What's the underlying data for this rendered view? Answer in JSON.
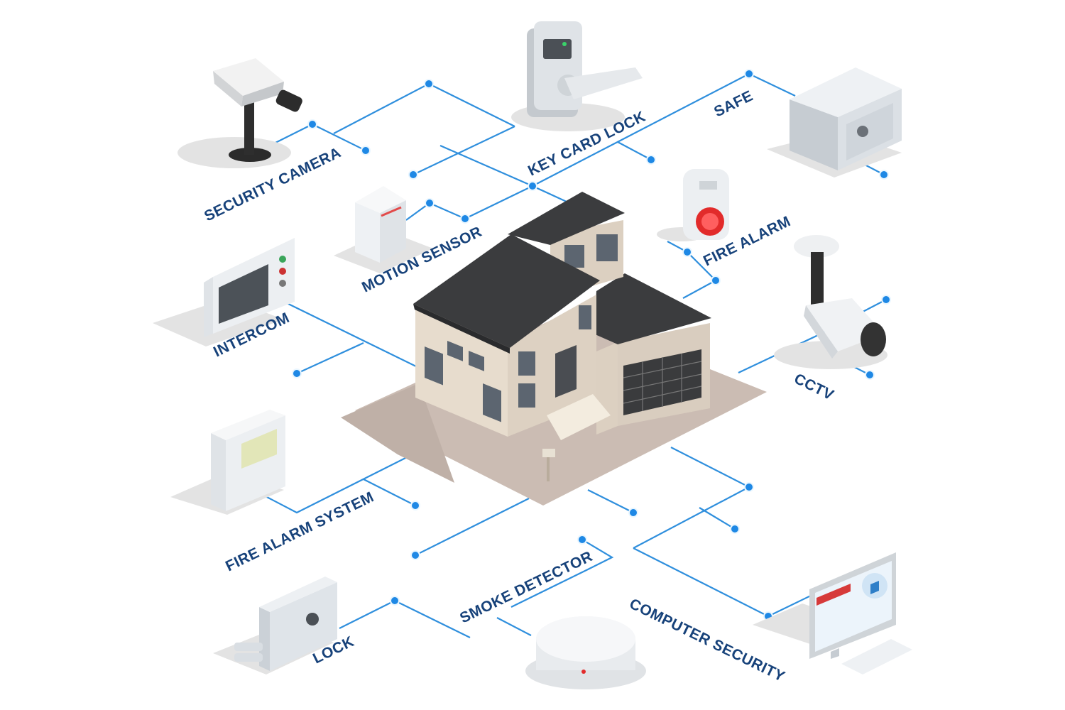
{
  "colors": {
    "label": "#17427a",
    "wire": "#2f8fdd",
    "node": "#1e88e5",
    "shadow": "#dcdcdc",
    "roof": "#3b3c3e",
    "wall": "#e7dccd",
    "yard": "#cbbcb3"
  },
  "labels": {
    "security_camera": "SECURITY CAMERA",
    "key_card_lock": "KEY CARD LOCK",
    "safe": "SAFE",
    "motion_sensor": "MOTION SENSOR",
    "fire_alarm": "FIRE ALARM",
    "intercom": "INTERCOM",
    "cctv": "CCTV",
    "fire_alarm_system": "FIRE ALARM SYSTEM",
    "smoke_detector": "SMOKE DETECTOR",
    "computer_security": "COMPUTER SECURITY",
    "lock": "LOCK"
  },
  "icons": {
    "center": "house-icon",
    "security_camera": "security-camera-icon",
    "key_card_lock": "key-card-lock-icon",
    "safe": "safe-icon",
    "motion_sensor": "motion-sensor-icon",
    "fire_alarm": "fire-alarm-icon",
    "intercom": "intercom-icon",
    "cctv": "cctv-camera-icon",
    "fire_alarm_system": "fire-alarm-panel-icon",
    "smoke_detector": "smoke-detector-icon",
    "computer_security": "computer-monitor-icon",
    "lock": "door-lock-icon"
  }
}
